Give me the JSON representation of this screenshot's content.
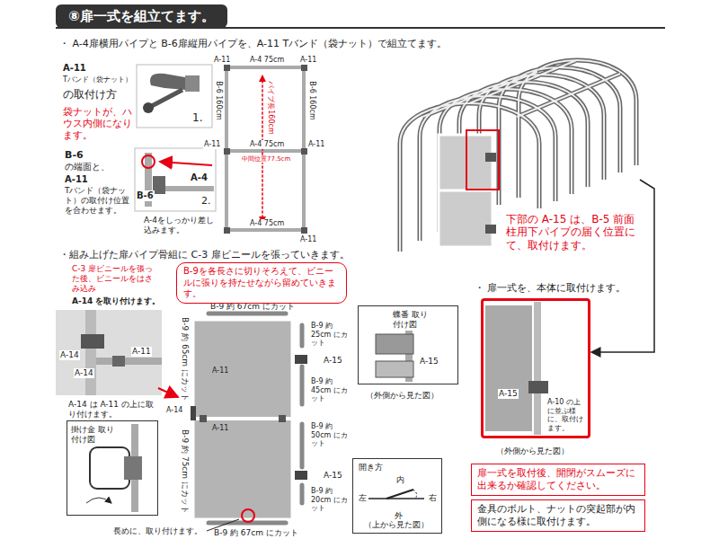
{
  "diagram": {
    "title": "⑧扉一式を組立てます。",
    "nodes": [
      {
        "text": [
          "B-9を各長さに切りそろえて、ビニールに張りを持たせながら留めていきます。"
        ]
      },
      {
        "text": [
          "掛け金 取り付け図"
        ]
      },
      {
        "text": [
          "蝶番 取り付け図",
          "A-15",
          "（外側から見た図）"
        ]
      },
      {
        "text": [
          "開き方",
          "内",
          "左",
          "右",
          "外",
          "（上から見た図）"
        ]
      },
      {
        "text": [
          "A-15",
          "A-10 の上に並ぶ様に、取付けます。",
          "（外側から見た図）"
        ]
      },
      {
        "text": [
          "扉一式を取付後、開閉がスムーズに出来るか確認してください。"
        ]
      },
      {
        "text": [
          "金具のボルト、ナットの突起部が内側になる様に取付けます。"
        ]
      }
    ],
    "labels": [
      "・ A-4扉横用パイプと B-6扉縦用パイプを、A-11 Tバンド（袋ナット）で組立てます。",
      "A-11",
      "Tバンド（袋ナット）",
      "の取付け方",
      "袋ナットが、ハウス内側になります。",
      "1.",
      "B-6",
      "の端面と、",
      "A-11",
      "Tバンド（袋ナット）の取付け位置を合わせます。",
      "2.",
      "A-4",
      "B-6",
      "A-4をしっかり差し込みます。",
      "A-11",
      "A-4 75cm",
      "A-11",
      "B-6 160cm",
      "パイプ長160cm",
      "B-6 160cm",
      "A-11",
      "A-4 75cm",
      "A-11",
      "中間位置77.5cm",
      "A-4 75cm",
      "A-11",
      "下部の A-15 は、B-5 前面柱用下パイプの届く位置にて、取付けます。",
      "・組み上げた扉パイプ骨組に C-3 扉ビニールを張っていきます。",
      "C-3 扉ビニールを張った後、ビニールをはさみ込み",
      "A-14 を取り付けます。",
      "A-14",
      "A-11",
      "A-14",
      "A-14 は A-11 の上に取り付けます。",
      "長めに、取り付けます。",
      "B-9 約 67cm にカット",
      "B-9 約 65cm にカット",
      "A-14",
      "A-11",
      "A-11",
      "B-9 約 75cm にカット",
      "B-9 約 67cm にカット",
      "B-9 約 25cm にカット",
      "A-15",
      "B-9 約 45cm にカット",
      "B-9 約 50cm にカット",
      "A-15",
      "B-9 約 20cm にカット",
      "・ 扉一式を、本体に取付けます。"
    ]
  }
}
